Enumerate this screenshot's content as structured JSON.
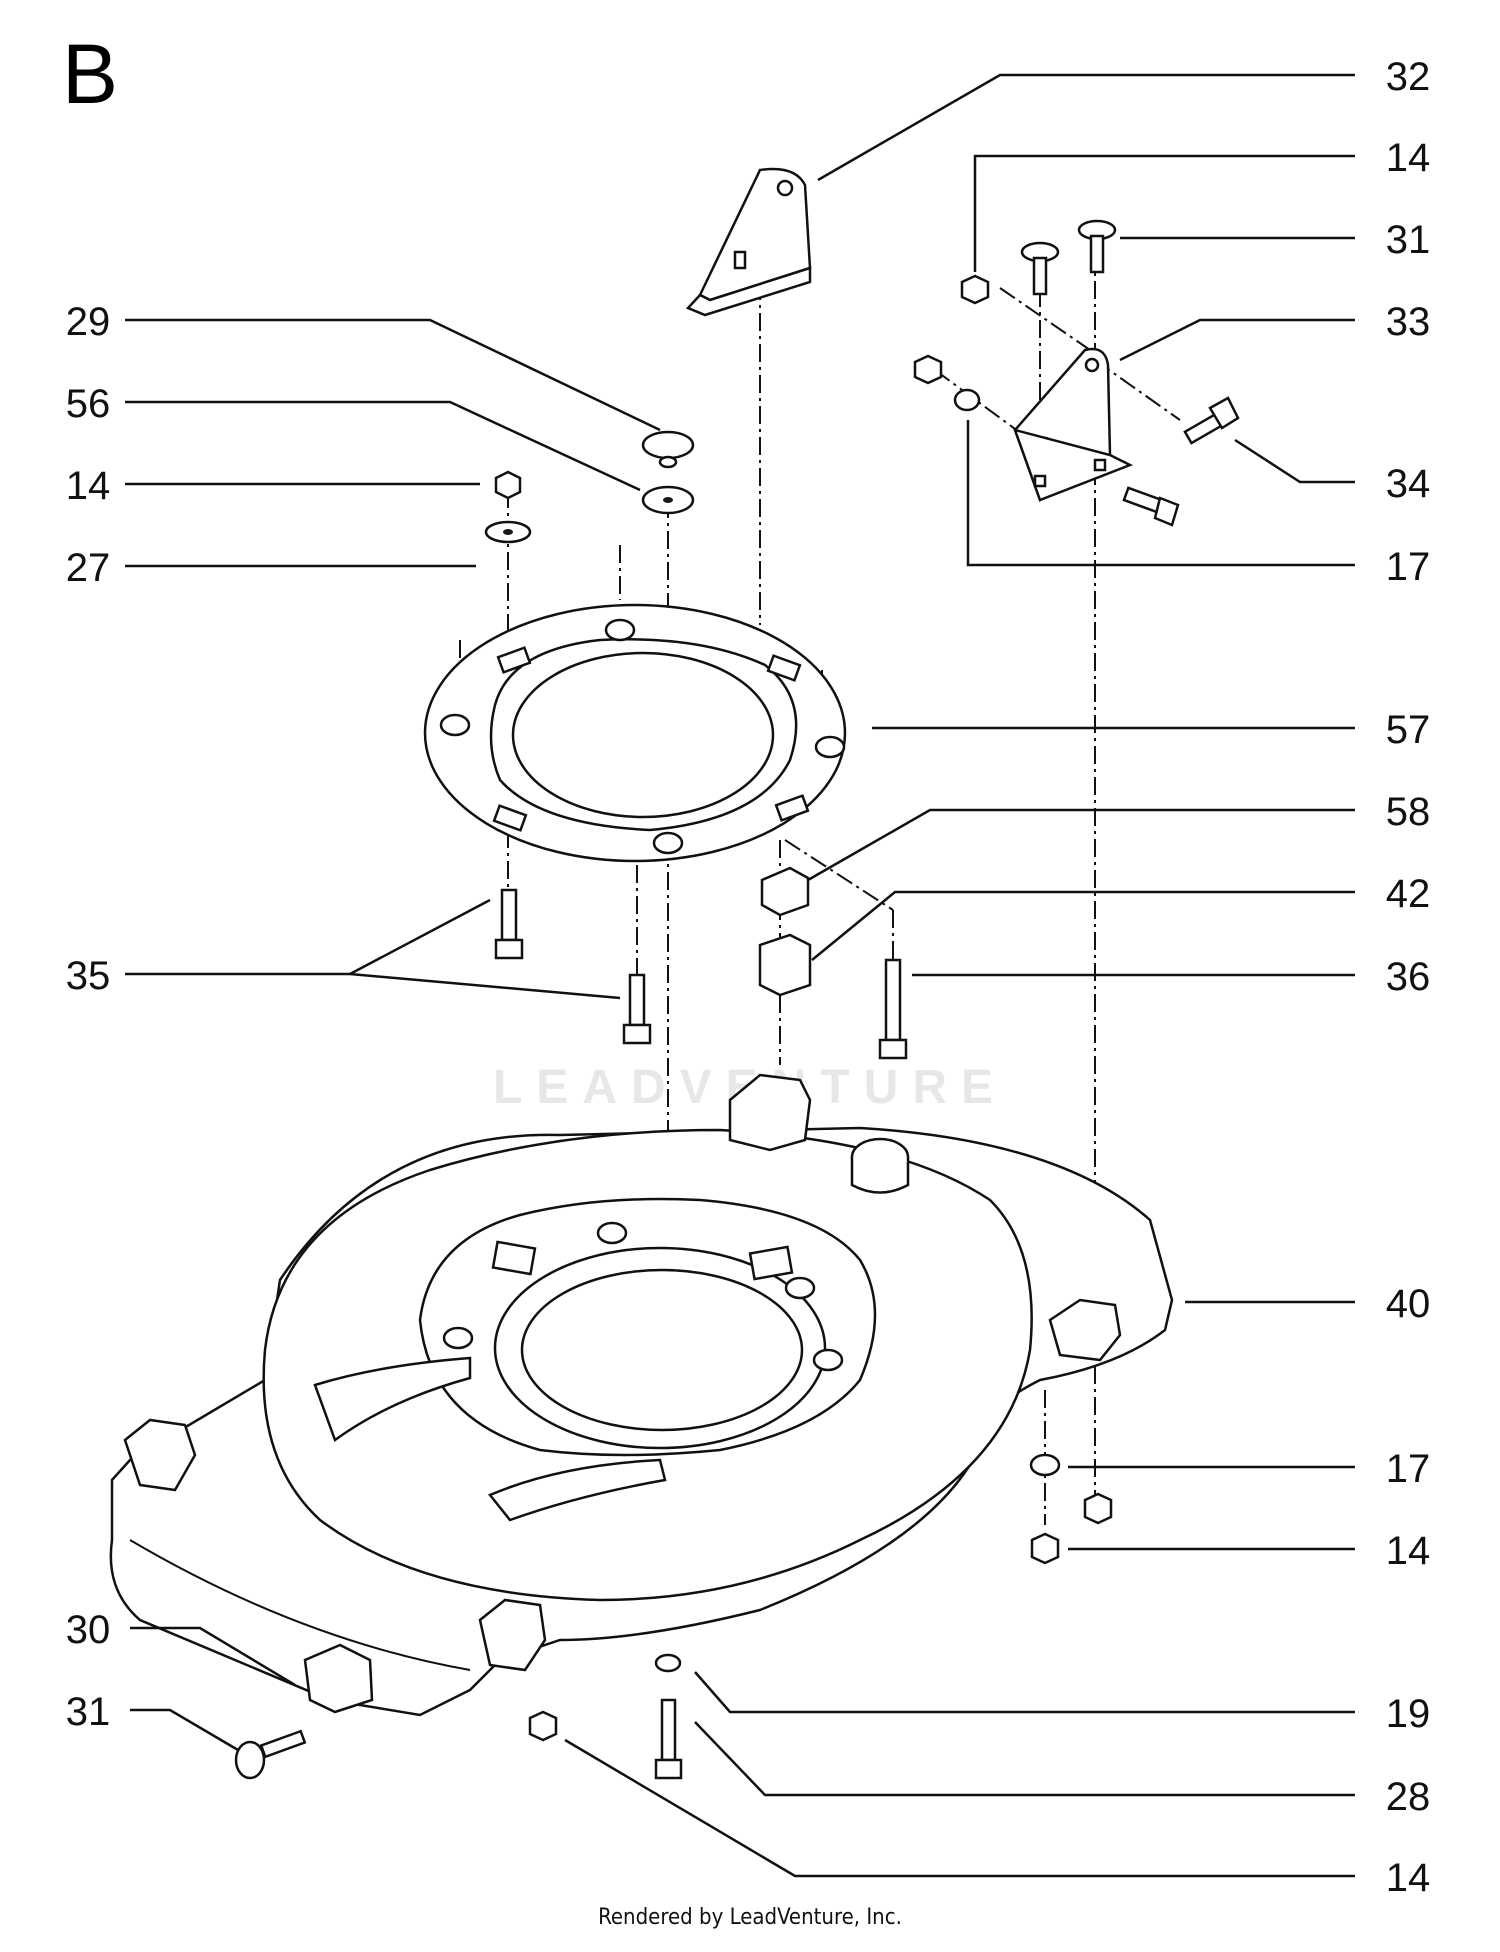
{
  "diagram": {
    "sheet_label": "B",
    "footer": "Rendered by LeadVenture, Inc.",
    "watermark": "LEADVENTURE"
  },
  "callouts": [
    {
      "part": "32",
      "side": "right"
    },
    {
      "part": "14",
      "side": "right"
    },
    {
      "part": "31",
      "side": "right"
    },
    {
      "part": "33",
      "side": "right"
    },
    {
      "part": "34",
      "side": "right"
    },
    {
      "part": "17",
      "side": "right"
    },
    {
      "part": "57",
      "side": "right"
    },
    {
      "part": "58",
      "side": "right"
    },
    {
      "part": "42",
      "side": "right"
    },
    {
      "part": "36",
      "side": "right"
    },
    {
      "part": "40",
      "side": "right"
    },
    {
      "part": "17",
      "side": "right"
    },
    {
      "part": "14",
      "side": "right"
    },
    {
      "part": "19",
      "side": "right"
    },
    {
      "part": "28",
      "side": "right"
    },
    {
      "part": "14",
      "side": "right"
    },
    {
      "part": "29",
      "side": "left"
    },
    {
      "part": "56",
      "side": "left"
    },
    {
      "part": "14",
      "side": "left"
    },
    {
      "part": "27",
      "side": "left"
    },
    {
      "part": "35",
      "side": "left"
    },
    {
      "part": "30",
      "side": "left"
    },
    {
      "part": "31",
      "side": "left"
    }
  ]
}
